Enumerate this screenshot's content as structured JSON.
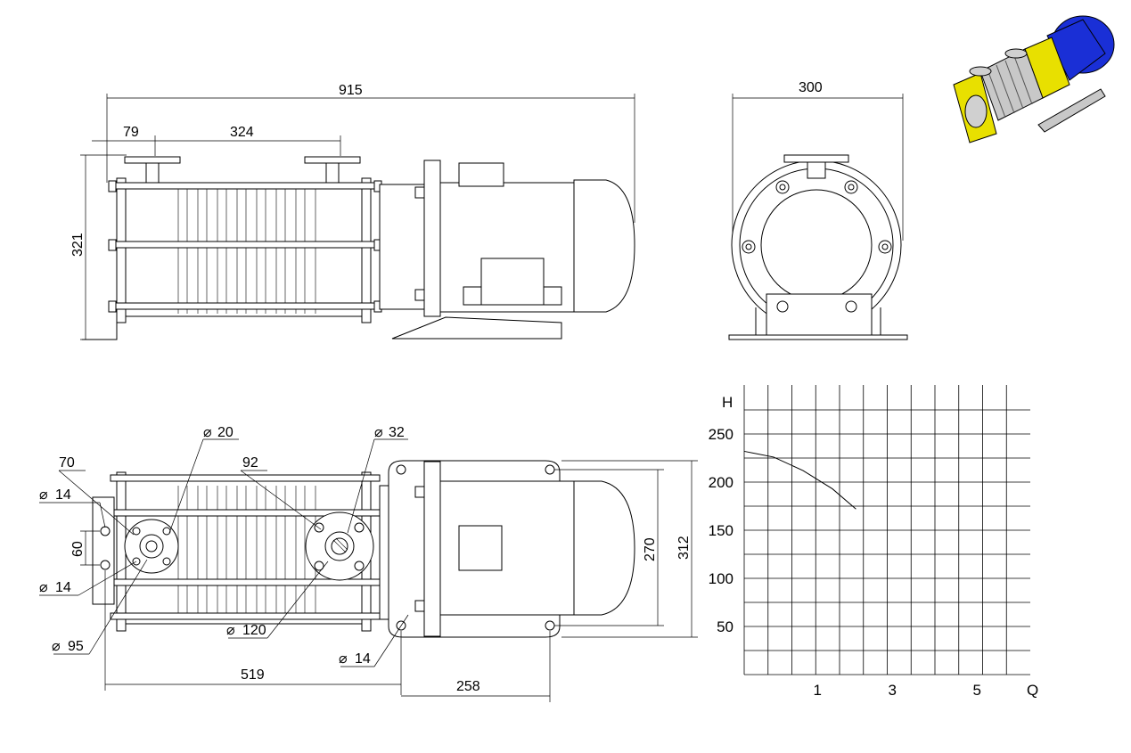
{
  "dimensions": {
    "overall_length": "915",
    "flange_offset": "79",
    "flange_spacing": "324",
    "height": "321",
    "front_width": "300",
    "inlet_dia": "20",
    "outlet_dia": "32",
    "dim_70": "70",
    "dim_92": "92",
    "hole_dia_a": "14",
    "hole_dia_b": "14",
    "hole_dia_c": "14",
    "spacing_60": "60",
    "bolt_circle_95": "95",
    "bolt_circle_120": "120",
    "base_length": "519",
    "motor_base": "258",
    "base_width_inner": "270",
    "base_width_outer": "312"
  },
  "chart_data": {
    "type": "line",
    "title": "",
    "xlabel": "Q",
    "ylabel": "H",
    "x_ticks": [
      "1",
      "3",
      "5"
    ],
    "y_ticks": [
      "250",
      "200",
      "150",
      "100",
      "50"
    ],
    "series": [
      {
        "x": [
          0,
          0.5,
          1,
          1.5,
          1.9
        ],
        "y": [
          232,
          226,
          212,
          193,
          172
        ]
      }
    ],
    "grid": true
  },
  "colors": {
    "motor": "#1a2fd6",
    "flange": "#e8e000",
    "pump_body": "#c8c8c8"
  }
}
